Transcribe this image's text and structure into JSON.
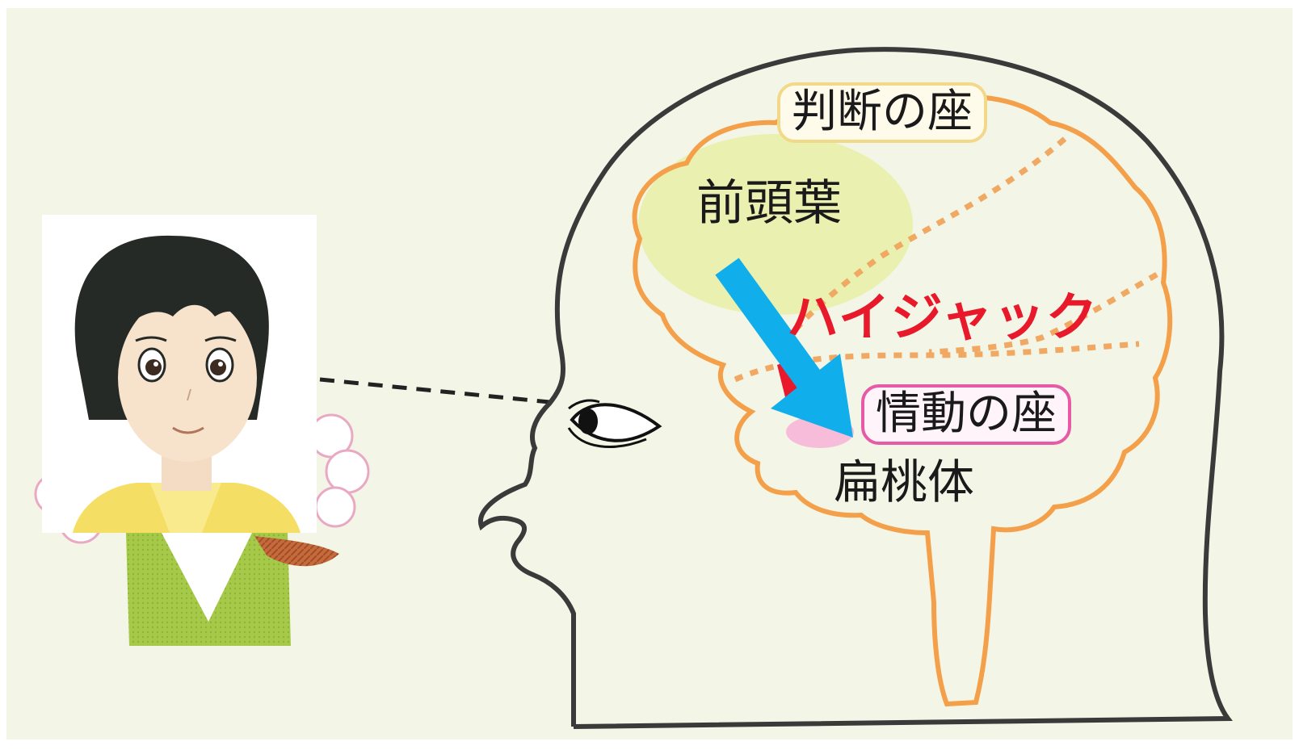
{
  "labels": {
    "judgment_seat": "判断の座",
    "frontal_lobe": "前頭葉",
    "hijack": "ハイジャック",
    "emotion_seat": "情動の座",
    "amygdala": "扁桃体"
  },
  "colors": {
    "background": "#f3f6e6",
    "head_outline": "#3a3a3a",
    "brain_outline": "#f4a04a",
    "frontal_lobe_fill": "#e9f0a8",
    "amygdala_fill": "#f6b6d8",
    "arrow": "#10aeea",
    "hijack_text": "#e8192b",
    "judgment_border": "#f2d98a",
    "emotion_border": "#e65aa6"
  },
  "icons": [
    "eye-icon",
    "person-portrait",
    "sight-line"
  ]
}
